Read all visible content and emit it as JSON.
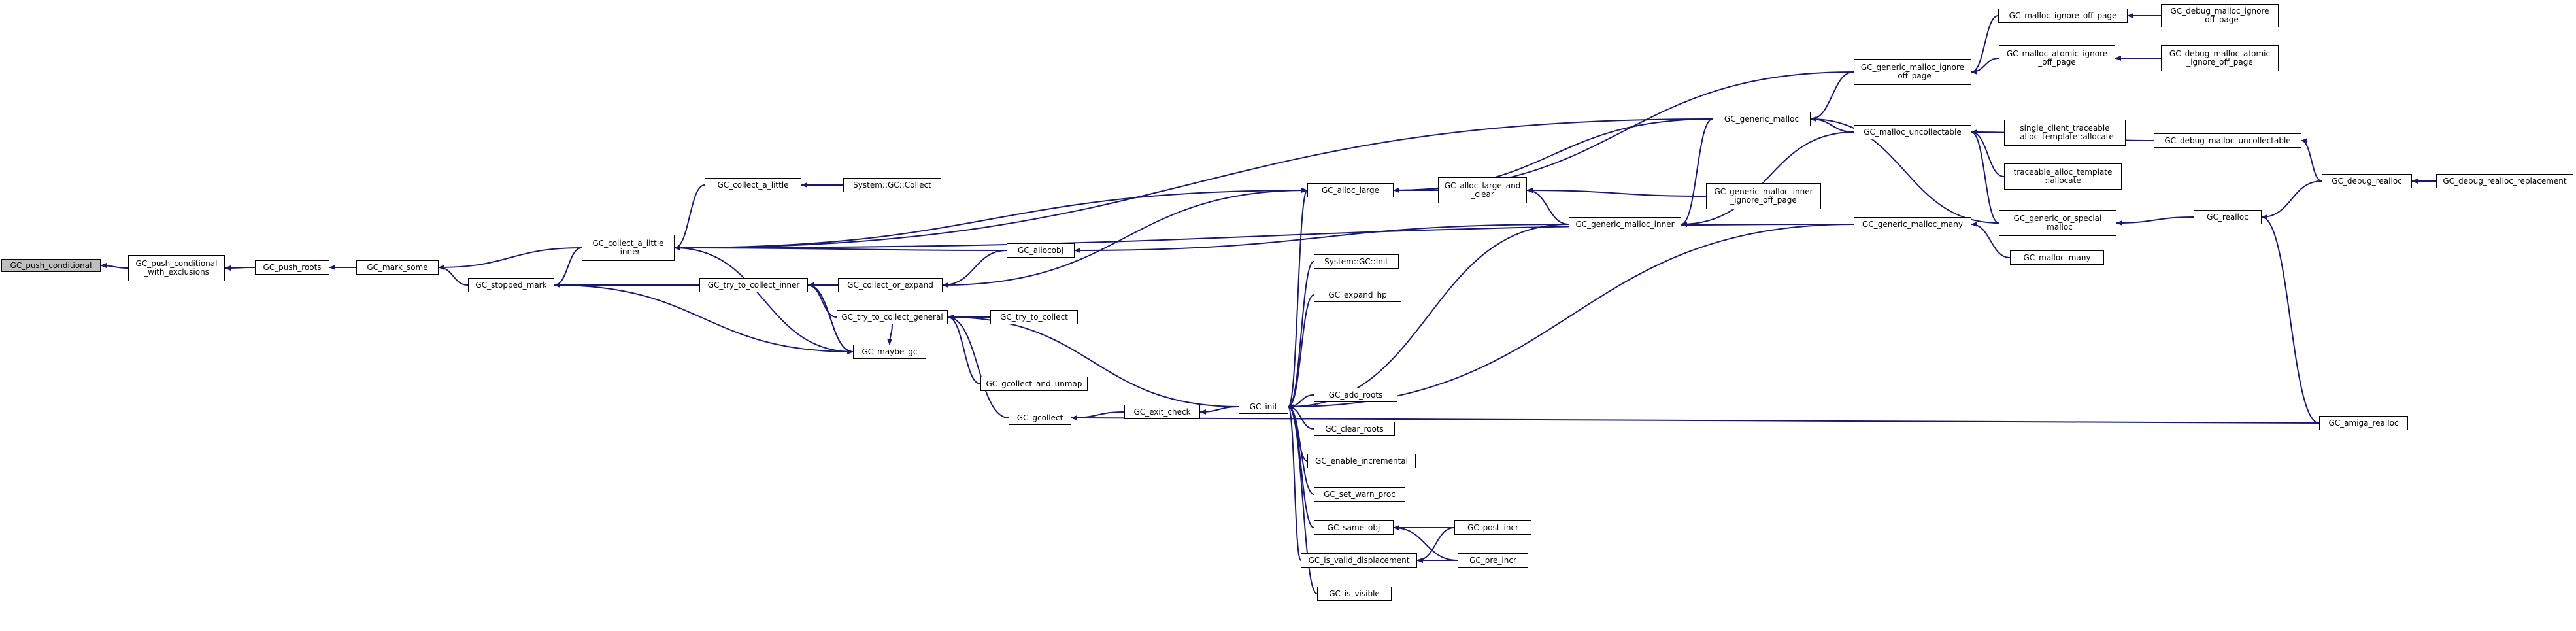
{
  "graph": {
    "colors": {
      "edge": "#191970",
      "node_fill": "#ffffff",
      "root_fill": "#bfbfbf",
      "node_border": "#000000"
    },
    "nodes": {
      "GC_push_conditional": "GC_push_conditional",
      "GC_push_conditional_with_exclusions": "GC_push_conditional\n_with_exclusions",
      "GC_push_roots": "GC_push_roots",
      "GC_mark_some": "GC_mark_some",
      "GC_collect_a_little_inner": "GC_collect_a_little\n_inner",
      "GC_stopped_mark": "GC_stopped_mark",
      "GC_collect_a_little": "GC_collect_a_little",
      "System_GC_Collect": "System::GC::Collect",
      "GC_try_to_collect_inner": "GC_try_to_collect_inner",
      "GC_maybe_gc": "GC_maybe_gc",
      "GC_collect_or_expand": "GC_collect_or_expand",
      "GC_try_to_collect_general": "GC_try_to_collect_general",
      "GC_try_to_collect": "GC_try_to_collect",
      "GC_gcollect_and_unmap": "GC_gcollect_and_unmap",
      "GC_gcollect": "GC_gcollect",
      "GC_allocobj": "GC_allocobj",
      "GC_exit_check": "GC_exit_check",
      "GC_init": "GC_init",
      "GC_alloc_large": "GC_alloc_large",
      "GC_alloc_large_and_clear": "GC_alloc_large_and\n_clear",
      "System_GC_Init": "System::GC::Init",
      "GC_expand_hp": "GC_expand_hp",
      "GC_add_roots": "GC_add_roots",
      "GC_clear_roots": "GC_clear_roots",
      "GC_enable_incremental": "GC_enable_incremental",
      "GC_set_warn_proc": "GC_set_warn_proc",
      "GC_same_obj": "GC_same_obj",
      "GC_is_valid_displacement": "GC_is_valid_displacement",
      "GC_is_visible": "GC_is_visible",
      "GC_post_incr": "GC_post_incr",
      "GC_pre_incr": "GC_pre_incr",
      "GC_generic_malloc": "GC_generic_malloc",
      "GC_generic_malloc_inner": "GC_generic_malloc_inner",
      "GC_generic_malloc_inner_ignore_off_page": "GC_generic_malloc_inner\n_ignore_off_page",
      "GC_generic_malloc_ignore_off_page": "GC_generic_malloc_ignore\n_off_page",
      "GC_malloc_ignore_off_page": "GC_malloc_ignore_off_page",
      "GC_malloc_atomic_ignore_off_page": "GC_malloc_atomic_ignore\n_off_page",
      "GC_debug_malloc_ignore_off_page": "GC_debug_malloc_ignore\n_off_page",
      "GC_debug_malloc_atomic_ignore_off_page": "GC_debug_malloc_atomic\n_ignore_off_page",
      "GC_malloc_uncollectable": "GC_malloc_uncollectable",
      "single_client_traceable_alloc_template_allocate": "single_client_traceable\n_alloc_template::allocate",
      "traceable_alloc_template_allocate": "traceable_alloc_template\n::allocate",
      "GC_generic_or_special_malloc": "GC_generic_or_special\n_malloc",
      "GC_generic_malloc_many": "GC_generic_malloc_many",
      "GC_malloc_many": "GC_malloc_many",
      "GC_debug_malloc_uncollectable": "GC_debug_malloc_uncollectable",
      "GC_realloc": "GC_realloc",
      "GC_debug_realloc": "GC_debug_realloc",
      "GC_debug_realloc_replacement": "GC_debug_realloc_replacement",
      "GC_amiga_realloc": "GC_amiga_realloc"
    }
  }
}
